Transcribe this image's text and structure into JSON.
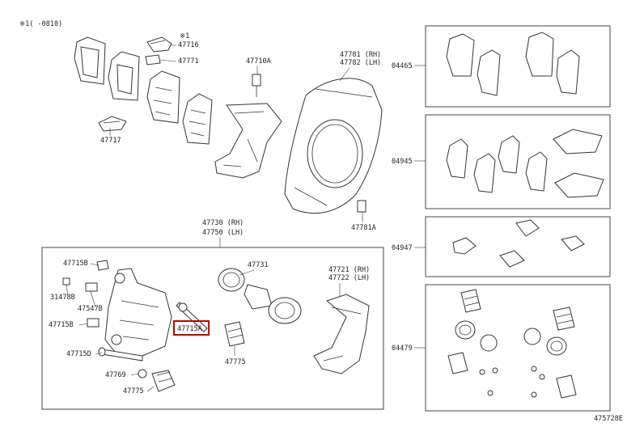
{
  "header": {
    "note": "※1(  -0810)"
  },
  "footer": {
    "code": "475728E"
  },
  "colors": {
    "highlight": "#c00000",
    "line": "#333333"
  },
  "labels": {
    "p47716_note": "※1",
    "p47716": "47716",
    "p47771": "47771",
    "p47717": "47717",
    "p47710A": "47710A",
    "p47781_rh": "47781 (RH)",
    "p47782_lh": "47782 (LH)",
    "p47781A": "47781A",
    "p47730_rh": "47730 (RH)",
    "p47750_lh": "47750 (LH)",
    "p47715B_top": "47715B",
    "p31478": "31478B",
    "p47547B": "47547B",
    "p47715B_mid": "47715B",
    "p47715D": "47715D",
    "p47769": "47769",
    "p47775_bottom": "47775",
    "p47715A": "47715A",
    "p47775": "47775",
    "p47731": "47731",
    "p47721_rh": "47721 (RH)",
    "p47722_lh": "47722 (LH)",
    "kit04465": "04465",
    "kit04945": "04945",
    "kit04947": "04947",
    "kit04479": "04479"
  }
}
